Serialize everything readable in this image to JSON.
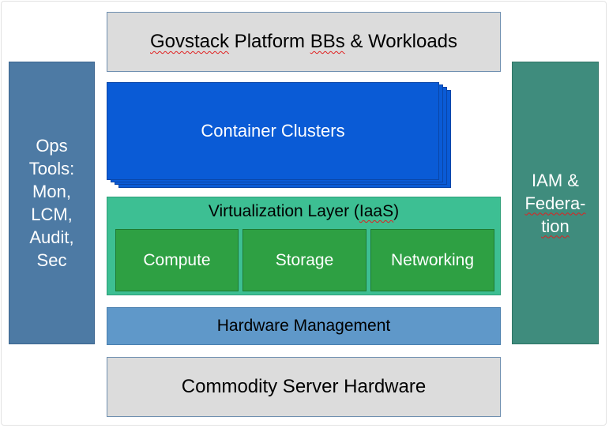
{
  "top_box": {
    "word1": "Govstack",
    "rest": " Platform ",
    "word2": "BBs",
    "rest2": " & Workloads"
  },
  "ops_tools": {
    "lines": [
      "Ops",
      "Tools:",
      "Mon,",
      "LCM,",
      "Audit,",
      "Sec"
    ]
  },
  "iam": {
    "line1": "IAM &",
    "line2": "Federa-",
    "line3": "tion"
  },
  "container_clusters": {
    "label": "Container Clusters"
  },
  "virtualization": {
    "title_pre": "Virtualization Layer (",
    "title_iaas": "IaaS",
    "title_post": ")",
    "compute": "Compute",
    "storage": "Storage",
    "networking": "Networking"
  },
  "hardware_management": {
    "label": "Hardware Management"
  },
  "commodity_hardware": {
    "label": "Commodity Server Hardware"
  },
  "colors": {
    "ops": "#4d7aa4",
    "iam": "#3f8c7d",
    "container": "#0a5bd6",
    "virtualization": "#3dbf93",
    "resources": "#2ea043",
    "hardware_mgmt": "#5f98c9",
    "gray": "#dcdcdc"
  }
}
